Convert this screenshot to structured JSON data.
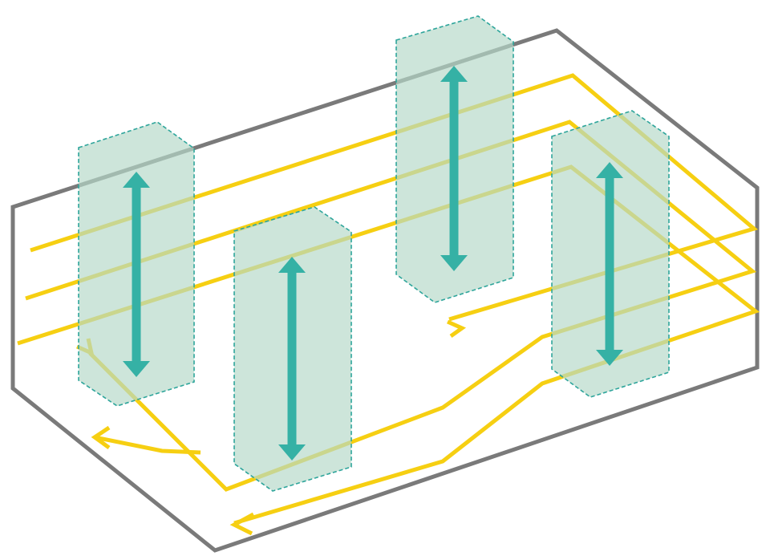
{
  "colors": {
    "background": "#ffffff",
    "outline": "#7a7a7a",
    "circulation_route": "#f6cf12",
    "column_fill": "#b5d9c8",
    "column_border": "#2ea59b",
    "vertical_arrow": "#35b1a5"
  },
  "elements": {
    "floor_outline": "floor-outline",
    "routes": [
      "route-upper",
      "route-middle",
      "route-lower"
    ],
    "columns": [
      "column-1",
      "column-2",
      "column-3",
      "column-4"
    ],
    "vertical_arrows": [
      "vertical-arrow-1",
      "vertical-arrow-2",
      "vertical-arrow-3",
      "vertical-arrow-4"
    ]
  }
}
